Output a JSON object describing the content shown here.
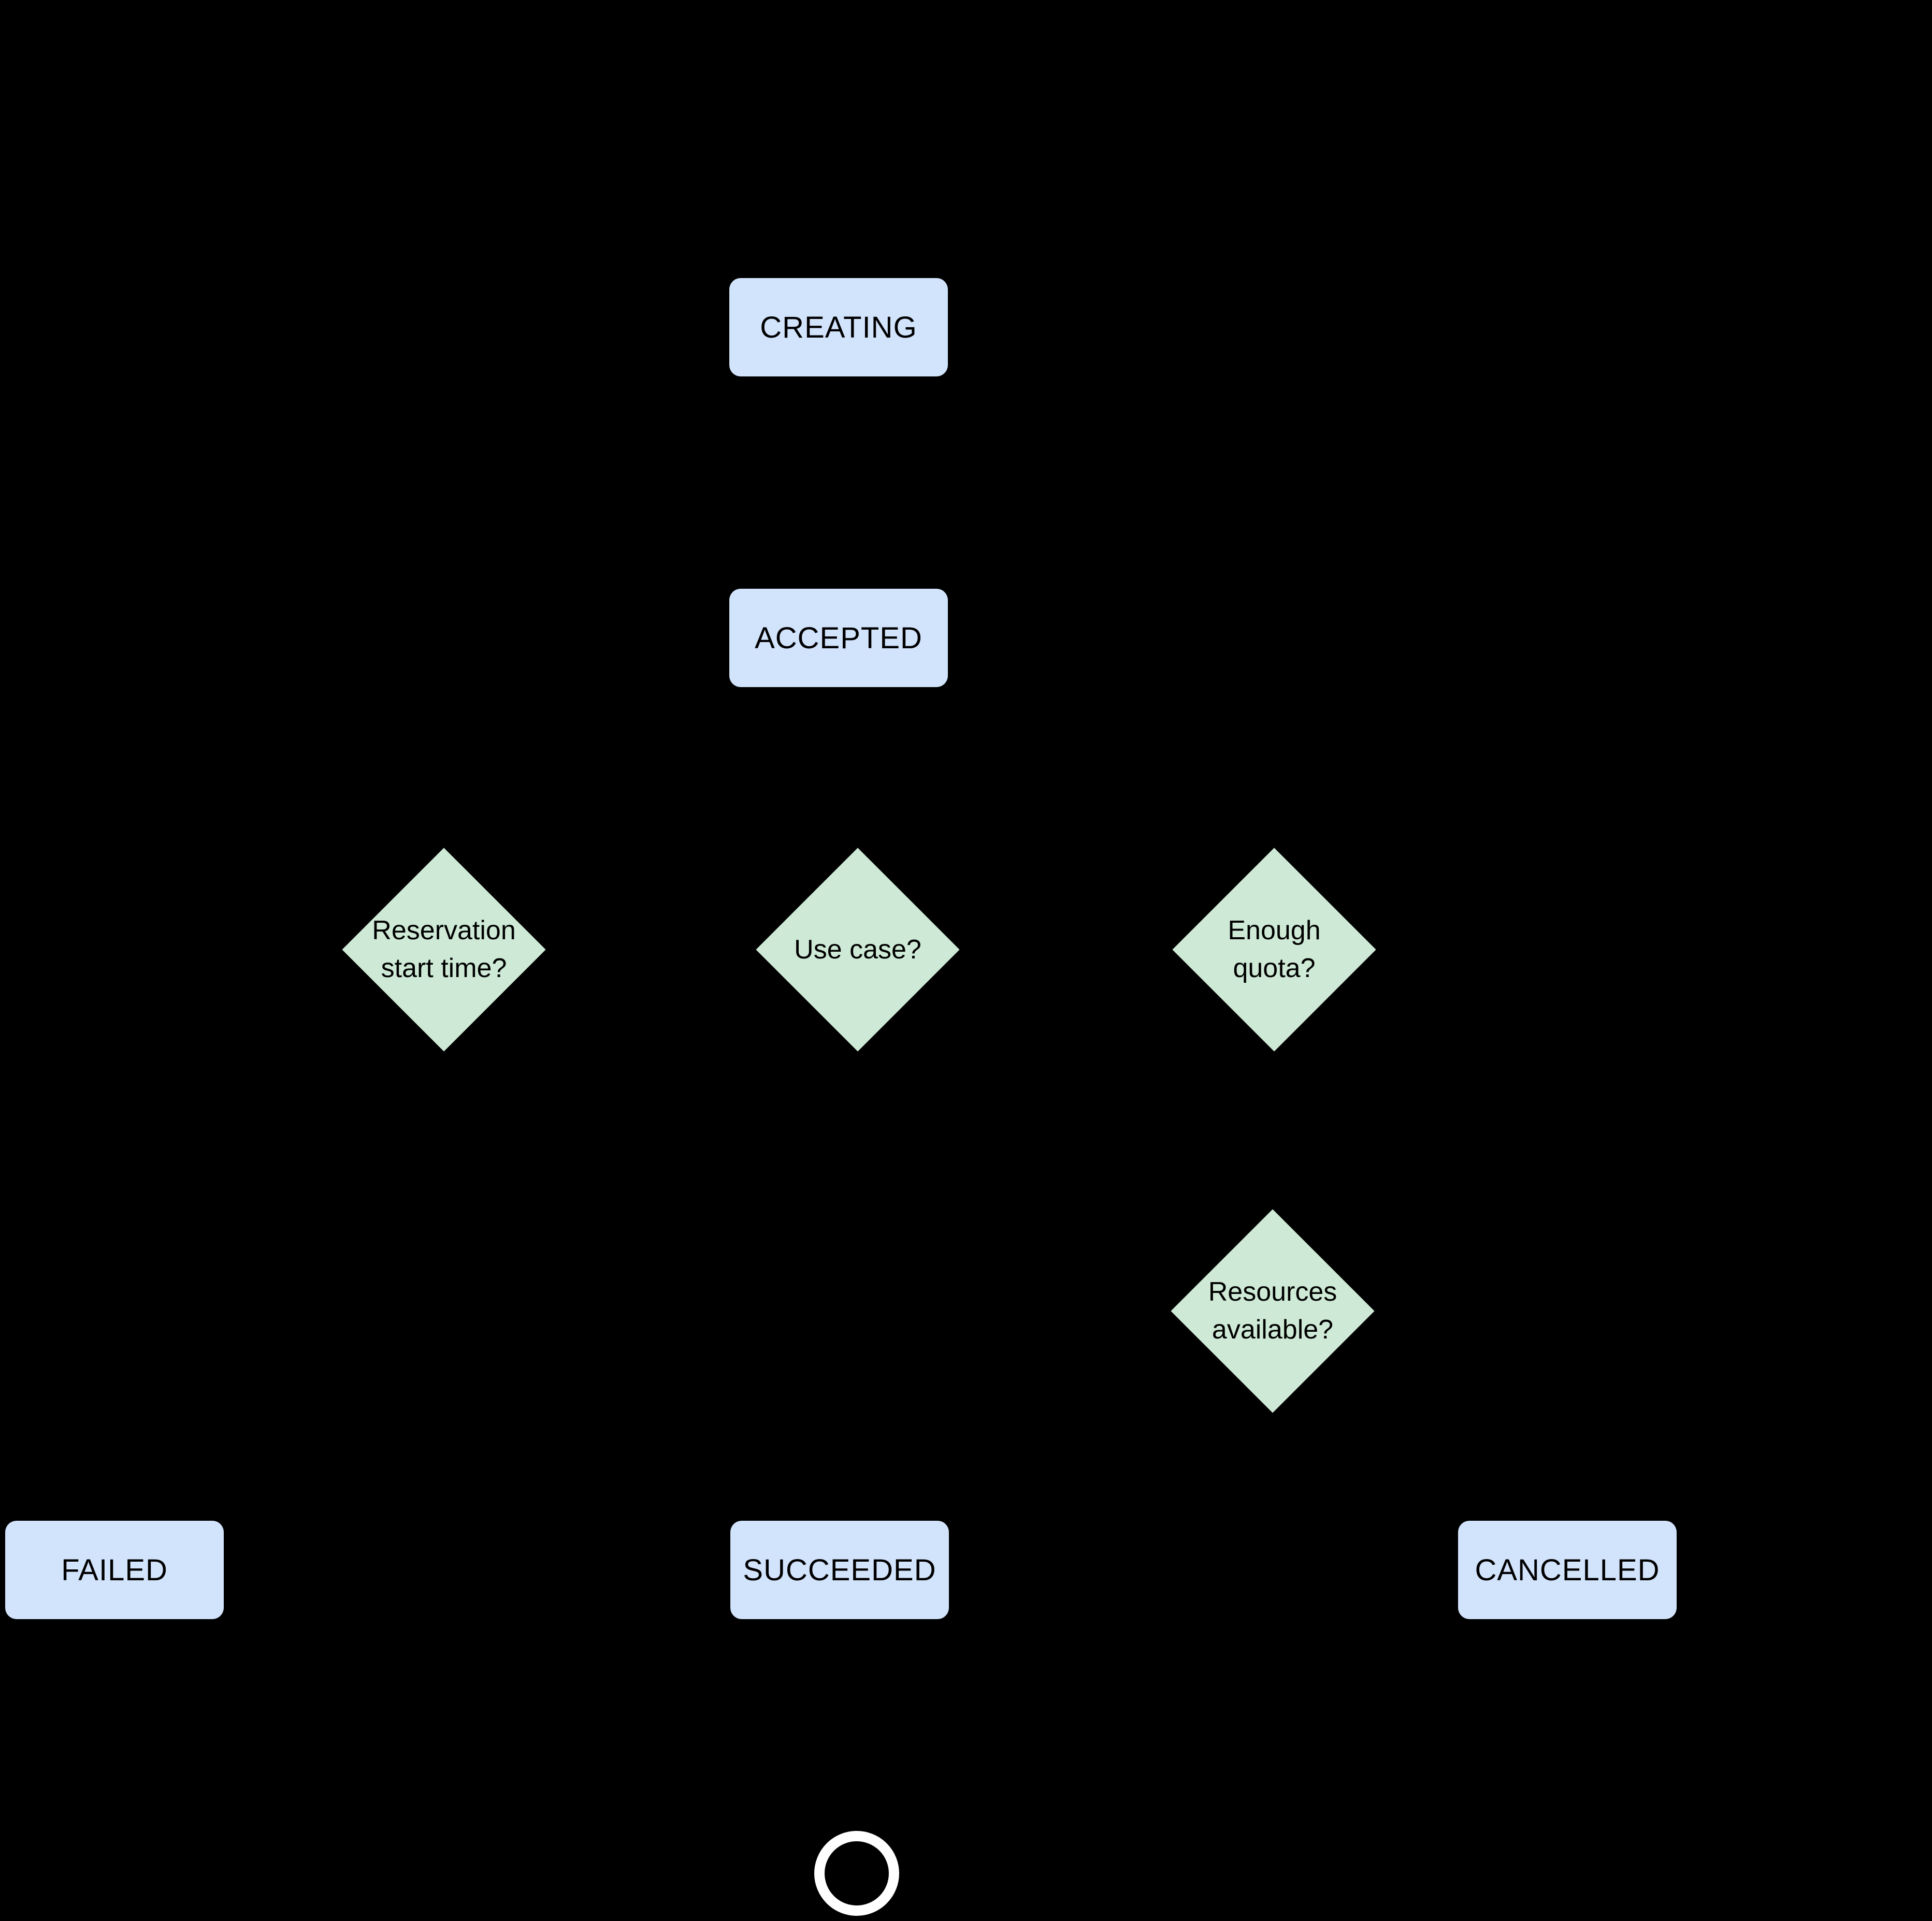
{
  "colors": {
    "background": "#000000",
    "state_fill": "#d2e3fc",
    "decision_fill": "#ceead6",
    "label_text": "#000000",
    "end_ring": "#ffffff"
  },
  "states": [
    {
      "id": "creating",
      "label": "CREATING"
    },
    {
      "id": "accepted",
      "label": "ACCEPTED"
    },
    {
      "id": "failed",
      "label": "FAILED"
    },
    {
      "id": "succeeded",
      "label": "SUCCEEDED"
    },
    {
      "id": "cancelled",
      "label": "CANCELLED"
    }
  ],
  "decisions": [
    {
      "id": "reservation-start-time",
      "line1": "Reservation",
      "line2": "start time?"
    },
    {
      "id": "use-case",
      "line1": "Use case?",
      "line2": ""
    },
    {
      "id": "enough-quota",
      "line1": "Enough",
      "line2": "quota?"
    },
    {
      "id": "resources-available",
      "line1": "Resources",
      "line2": "available?"
    }
  ],
  "end_node": {
    "icon": "terminal-state-circle"
  }
}
